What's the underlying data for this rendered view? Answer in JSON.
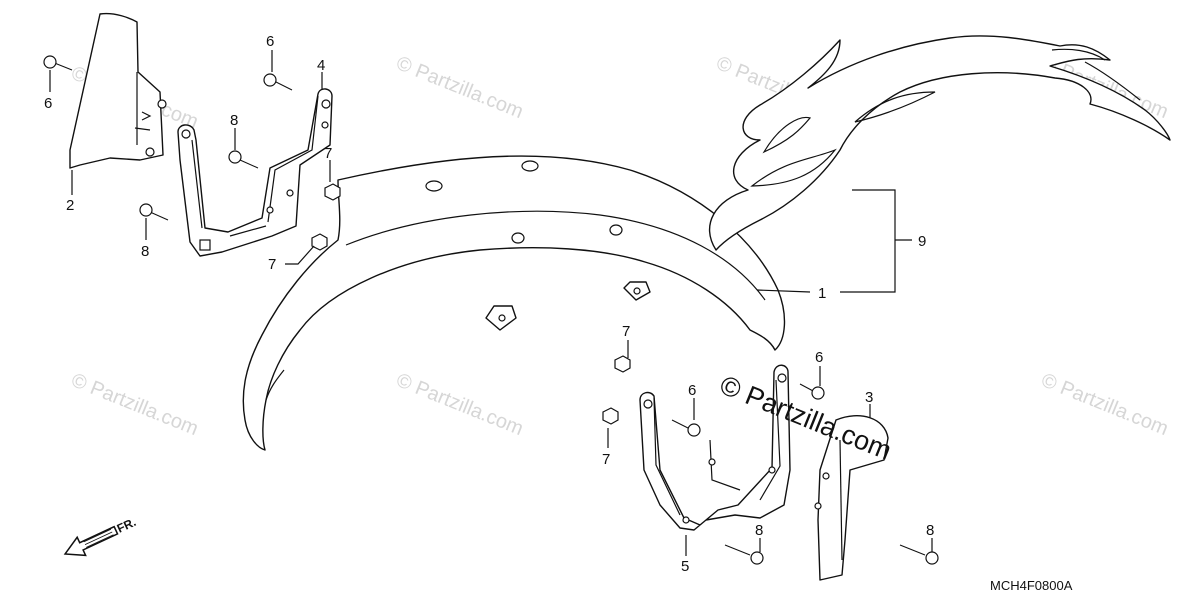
{
  "callouts": {
    "c1": "1",
    "c2": "2",
    "c3": "3",
    "c4": "4",
    "c5": "5",
    "c6a": "6",
    "c6b": "6",
    "c6c": "6",
    "c6d": "6",
    "c7a": "7",
    "c7b": "7",
    "c7c": "7",
    "c7d": "7",
    "c8a": "8",
    "c8b": "8",
    "c8c": "8",
    "c8d": "8",
    "c9": "9"
  },
  "diagram_code": "MCH4F0800A",
  "direction_label": "FR.",
  "watermark": {
    "main": "© Partzilla.com",
    "faint": "© Partzilla.com"
  }
}
